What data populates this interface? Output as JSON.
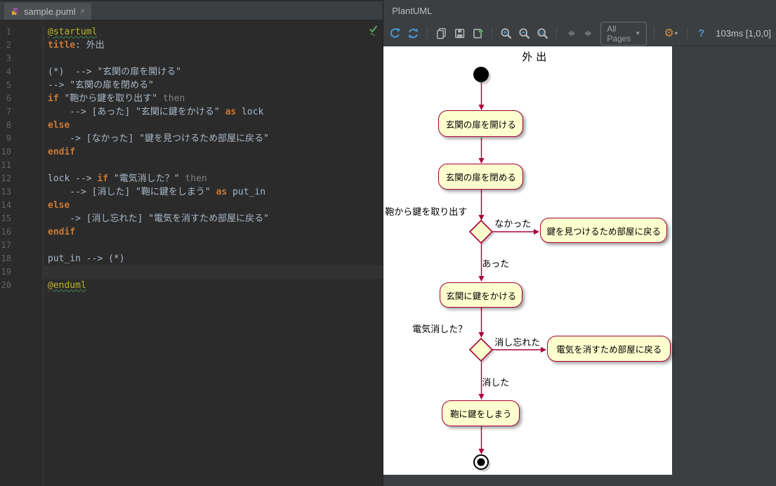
{
  "tab_bar": {
    "active_tab": {
      "filename": "sample.puml",
      "close_glyph": "×",
      "file_icon": "plantuml-file-icon"
    }
  },
  "editor": {
    "caret_line": 19,
    "inspection_status_icon": "green-checkmark",
    "lines": [
      {
        "n": 1,
        "segs": [
          [
            "@startuml",
            "meta"
          ]
        ]
      },
      {
        "n": 2,
        "segs": [
          [
            "title",
            "kw"
          ],
          [
            ": 外出",
            "pl"
          ]
        ]
      },
      {
        "n": 3,
        "segs": []
      },
      {
        "n": 4,
        "segs": [
          [
            "(*)  --> \"玄関の扉を開ける\"",
            "pl"
          ]
        ]
      },
      {
        "n": 5,
        "segs": [
          [
            "--> \"玄関の扉を閉める\"",
            "pl"
          ]
        ]
      },
      {
        "n": 6,
        "segs": [
          [
            "if",
            "kw"
          ],
          [
            " \"鞄から鍵を取り出す\" ",
            "pl"
          ],
          [
            "then",
            "dim"
          ]
        ]
      },
      {
        "n": 7,
        "segs": [
          [
            "    --> [あった] \"玄関に鍵をかける\" ",
            "pl"
          ],
          [
            "as",
            "kw"
          ],
          [
            " lock",
            "pl"
          ]
        ]
      },
      {
        "n": 8,
        "segs": [
          [
            "else",
            "kw"
          ]
        ]
      },
      {
        "n": 9,
        "segs": [
          [
            "    -> [なかった] \"鍵を見つけるため部屋に戻る\"",
            "pl"
          ]
        ]
      },
      {
        "n": 10,
        "segs": [
          [
            "endif",
            "kw"
          ]
        ]
      },
      {
        "n": 11,
        "segs": []
      },
      {
        "n": 12,
        "segs": [
          [
            "lock --> ",
            "pl"
          ],
          [
            "if",
            "kw"
          ],
          [
            " \"電気消した？\" ",
            "pl"
          ],
          [
            "then",
            "dim"
          ]
        ]
      },
      {
        "n": 13,
        "segs": [
          [
            "    --> [消した] \"鞄に鍵をしまう\" ",
            "pl"
          ],
          [
            "as",
            "kw"
          ],
          [
            " put_in",
            "pl"
          ]
        ]
      },
      {
        "n": 14,
        "segs": [
          [
            "else",
            "kw"
          ]
        ]
      },
      {
        "n": 15,
        "segs": [
          [
            "    -> [消し忘れた] \"電気を消すため部屋に戻る\"",
            "pl"
          ]
        ]
      },
      {
        "n": 16,
        "segs": [
          [
            "endif",
            "kw"
          ]
        ]
      },
      {
        "n": 17,
        "segs": []
      },
      {
        "n": 18,
        "segs": [
          [
            "put_in --> (*)",
            "pl"
          ]
        ]
      },
      {
        "n": 19,
        "segs": []
      },
      {
        "n": 20,
        "segs": [
          [
            "@enduml",
            "meta"
          ]
        ]
      }
    ]
  },
  "panel": {
    "title": "PlantUML",
    "toolbar": {
      "icons": [
        "refresh",
        "reload",
        "copy",
        "save",
        "export",
        "zoom-in",
        "zoom-out",
        "zoom-reset",
        "back",
        "forward",
        "all-pages-select",
        "settings",
        "help"
      ],
      "all_pages_label": "All Pages",
      "help_label": "?",
      "status_label": "103ms [1,0,0]"
    }
  },
  "diagram": {
    "title": "外出",
    "nodes": {
      "start": "start",
      "open_door": "玄関の扉を開ける",
      "close_door": "玄関の扉を閉める",
      "find_key": "鍵を見つけるため部屋に戻る",
      "lock_door": "玄関に鍵をかける",
      "turn_off_room": "電気を消すため部屋に戻る",
      "put_key": "鞄に鍵をしまう",
      "end": "end"
    },
    "labels": {
      "take_key": "鞄から鍵を取り出す",
      "not_found": "なかった",
      "found": "あった",
      "light_question": "電気消した？",
      "forgot_off": "消し忘れた",
      "turned_off": "消した"
    },
    "colors": {
      "node_fill": "#FEFECE",
      "edge": "#A80036",
      "background": "#FFFFFF"
    }
  }
}
